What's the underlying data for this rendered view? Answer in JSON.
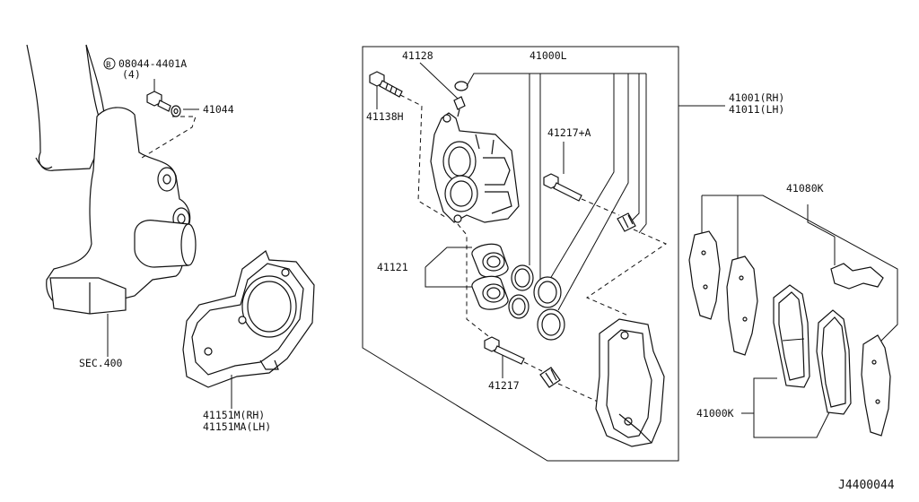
{
  "labels": {
    "bolt_circle_mark": "B",
    "bolt": "08044-4401A",
    "bolt_qty": "(4)",
    "washer": "41044",
    "knuckle_ref": "SEC.400",
    "dust_cover_rh": "41151M(RH)",
    "dust_cover_lh": "41151MA(LH)",
    "bleeder": "41128",
    "seal_kit": "41000L",
    "caliper_rh": "41001(RH)",
    "caliper_lh": "41011(LH)",
    "pin_bolt_upper": "41138H",
    "pin_a": "41217+A",
    "piston": "41121",
    "pin_lower": "41217",
    "pad_kit": "41080K",
    "pad_set": "41000K",
    "diagram_id": "J4400044"
  }
}
